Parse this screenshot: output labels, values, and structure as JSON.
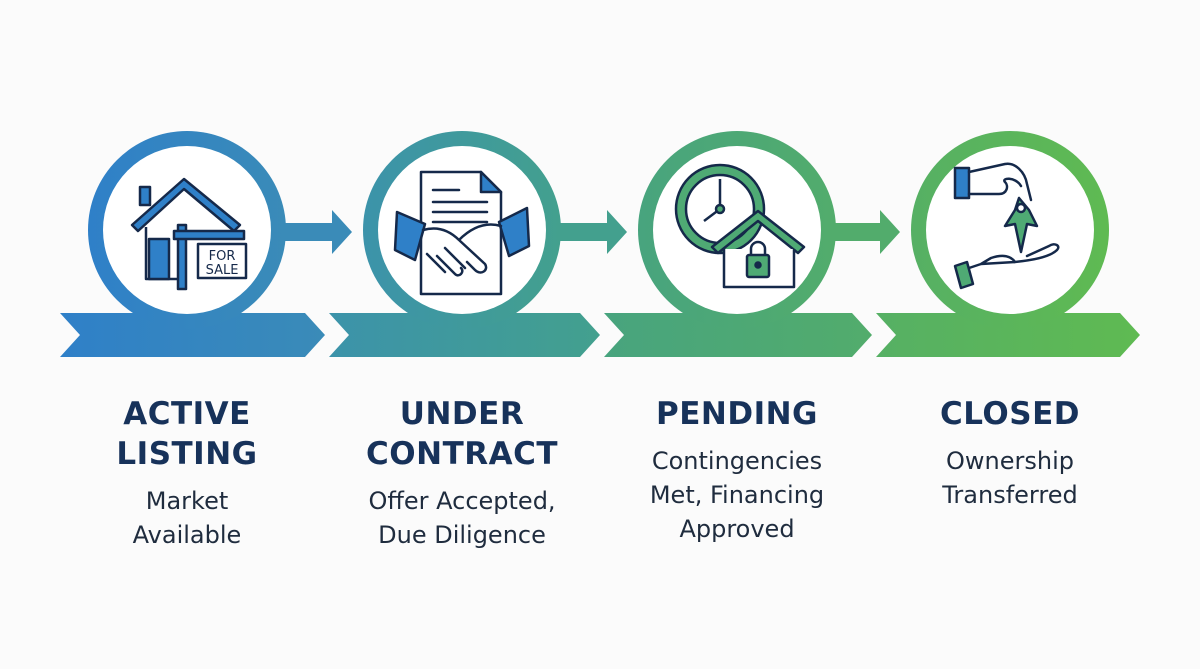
{
  "colors": {
    "blue": "#2f80c8",
    "teal": "#3f9a9c",
    "green": "#4faa74",
    "light_green": "#5cb85a",
    "icon_stroke": "#15294a",
    "title_text": "#17325a"
  },
  "stages": [
    {
      "title_lines": [
        "ACTIVE",
        "LISTING"
      ],
      "subtitle_lines": [
        "Market",
        "Available"
      ],
      "icon": "house-for-sale-icon",
      "sign_text": [
        "FOR",
        "SALE"
      ],
      "color": "#2f80c8",
      "color_end": "#3a8bb8"
    },
    {
      "title_lines": [
        "UNDER",
        "CONTRACT"
      ],
      "subtitle_lines": [
        "Offer Accepted,",
        "Due Diligence"
      ],
      "icon": "handshake-contract-icon",
      "color": "#3c93aa",
      "color_end": "#43a08e"
    },
    {
      "title_lines": [
        "PENDING"
      ],
      "subtitle_lines": [
        "Contingencies",
        "Met, Financing",
        "Approved"
      ],
      "icon": "clock-house-lock-icon",
      "color": "#48a47e",
      "color_end": "#52ac6c"
    },
    {
      "title_lines": [
        "CLOSED"
      ],
      "subtitle_lines": [
        "Ownership",
        "Transferred"
      ],
      "icon": "keys-handover-icon",
      "color": "#56b064",
      "color_end": "#5fba52"
    }
  ]
}
